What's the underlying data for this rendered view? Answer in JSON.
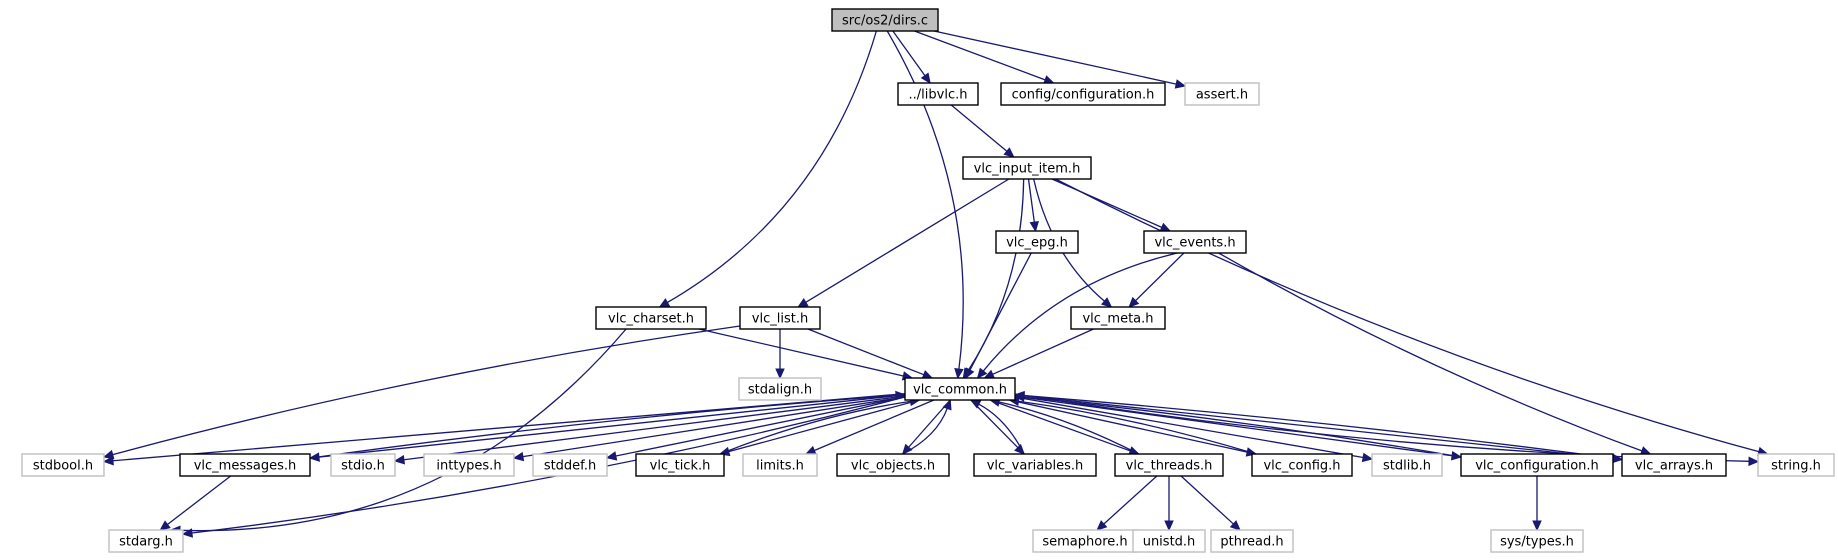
{
  "diagram": {
    "type": "include-dependency-graph",
    "colors": {
      "root_fill": "#bfbfbf",
      "node_fill": "#ffffff",
      "node_border": "#000000",
      "leaf_border": "#bfbfbf",
      "leaf_text": "#000000",
      "edge": "#191970"
    },
    "nodes": [
      {
        "id": "dirs_c",
        "label": "src/os2/dirs.c",
        "style": "root"
      },
      {
        "id": "libvlc_h",
        "label": "../libvlc.h",
        "style": "normal"
      },
      {
        "id": "config_configuration_h",
        "label": "config/configuration.h",
        "style": "normal"
      },
      {
        "id": "assert_h",
        "label": "assert.h",
        "style": "leaf"
      },
      {
        "id": "vlc_input_item_h",
        "label": "vlc_input_item.h",
        "style": "normal"
      },
      {
        "id": "vlc_epg_h",
        "label": "vlc_epg.h",
        "style": "normal"
      },
      {
        "id": "vlc_events_h",
        "label": "vlc_events.h",
        "style": "normal"
      },
      {
        "id": "vlc_charset_h",
        "label": "vlc_charset.h",
        "style": "normal"
      },
      {
        "id": "vlc_list_h",
        "label": "vlc_list.h",
        "style": "normal"
      },
      {
        "id": "vlc_meta_h",
        "label": "vlc_meta.h",
        "style": "normal"
      },
      {
        "id": "stdalign_h",
        "label": "stdalign.h",
        "style": "leaf"
      },
      {
        "id": "vlc_common_h",
        "label": "vlc_common.h",
        "style": "normal"
      },
      {
        "id": "stdbool_h",
        "label": "stdbool.h",
        "style": "leaf"
      },
      {
        "id": "vlc_messages_h",
        "label": "vlc_messages.h",
        "style": "normal"
      },
      {
        "id": "stdio_h",
        "label": "stdio.h",
        "style": "leaf"
      },
      {
        "id": "inttypes_h",
        "label": "inttypes.h",
        "style": "leaf"
      },
      {
        "id": "stddef_h",
        "label": "stddef.h",
        "style": "leaf"
      },
      {
        "id": "vlc_tick_h",
        "label": "vlc_tick.h",
        "style": "normal"
      },
      {
        "id": "limits_h",
        "label": "limits.h",
        "style": "leaf"
      },
      {
        "id": "vlc_objects_h",
        "label": "vlc_objects.h",
        "style": "normal"
      },
      {
        "id": "vlc_variables_h",
        "label": "vlc_variables.h",
        "style": "normal"
      },
      {
        "id": "vlc_threads_h",
        "label": "vlc_threads.h",
        "style": "normal"
      },
      {
        "id": "vlc_config_h",
        "label": "vlc_config.h",
        "style": "normal"
      },
      {
        "id": "stdlib_h",
        "label": "stdlib.h",
        "style": "leaf"
      },
      {
        "id": "vlc_configuration_h",
        "label": "vlc_configuration.h",
        "style": "normal"
      },
      {
        "id": "vlc_arrays_h",
        "label": "vlc_arrays.h",
        "style": "normal"
      },
      {
        "id": "string_h",
        "label": "string.h",
        "style": "leaf"
      },
      {
        "id": "stdarg_h",
        "label": "stdarg.h",
        "style": "leaf"
      },
      {
        "id": "semaphore_h",
        "label": "semaphore.h",
        "style": "leaf"
      },
      {
        "id": "unistd_h",
        "label": "unistd.h",
        "style": "leaf"
      },
      {
        "id": "pthread_h",
        "label": "pthread.h",
        "style": "leaf"
      },
      {
        "id": "sys_types_h",
        "label": "sys/types.h",
        "style": "leaf"
      }
    ],
    "edges": [
      [
        "dirs_c",
        "libvlc_h"
      ],
      [
        "dirs_c",
        "config_configuration_h"
      ],
      [
        "dirs_c",
        "assert_h"
      ],
      [
        "dirs_c",
        "vlc_charset_h"
      ],
      [
        "dirs_c",
        "vlc_common_h"
      ],
      [
        "libvlc_h",
        "vlc_input_item_h"
      ],
      [
        "vlc_input_item_h",
        "vlc_epg_h"
      ],
      [
        "vlc_input_item_h",
        "vlc_events_h"
      ],
      [
        "vlc_input_item_h",
        "vlc_list_h"
      ],
      [
        "vlc_input_item_h",
        "vlc_meta_h"
      ],
      [
        "vlc_input_item_h",
        "vlc_common_h"
      ],
      [
        "vlc_input_item_h",
        "string_h"
      ],
      [
        "vlc_epg_h",
        "vlc_common_h"
      ],
      [
        "vlc_events_h",
        "vlc_meta_h"
      ],
      [
        "vlc_events_h",
        "vlc_common_h"
      ],
      [
        "vlc_events_h",
        "vlc_arrays_h"
      ],
      [
        "vlc_charset_h",
        "vlc_common_h"
      ],
      [
        "vlc_charset_h",
        "stdarg_h"
      ],
      [
        "vlc_list_h",
        "stdalign_h"
      ],
      [
        "vlc_list_h",
        "vlc_common_h"
      ],
      [
        "vlc_list_h",
        "stdbool_h"
      ],
      [
        "vlc_meta_h",
        "vlc_common_h"
      ],
      [
        "vlc_common_h",
        "stdbool_h"
      ],
      [
        "vlc_common_h",
        "stdarg_h"
      ],
      [
        "vlc_common_h",
        "vlc_messages_h"
      ],
      [
        "vlc_common_h",
        "stdio_h"
      ],
      [
        "vlc_common_h",
        "inttypes_h"
      ],
      [
        "vlc_common_h",
        "stddef_h"
      ],
      [
        "vlc_common_h",
        "vlc_tick_h"
      ],
      [
        "vlc_common_h",
        "limits_h"
      ],
      [
        "vlc_common_h",
        "vlc_objects_h"
      ],
      [
        "vlc_common_h",
        "vlc_variables_h"
      ],
      [
        "vlc_common_h",
        "vlc_threads_h"
      ],
      [
        "vlc_common_h",
        "vlc_config_h"
      ],
      [
        "vlc_common_h",
        "stdlib_h"
      ],
      [
        "vlc_common_h",
        "vlc_configuration_h"
      ],
      [
        "vlc_common_h",
        "vlc_arrays_h"
      ],
      [
        "vlc_common_h",
        "string_h"
      ],
      [
        "vlc_messages_h",
        "vlc_common_h"
      ],
      [
        "vlc_messages_h",
        "stdarg_h"
      ],
      [
        "vlc_tick_h",
        "vlc_common_h"
      ],
      [
        "vlc_objects_h",
        "vlc_common_h"
      ],
      [
        "vlc_variables_h",
        "vlc_common_h"
      ],
      [
        "vlc_threads_h",
        "vlc_common_h"
      ],
      [
        "vlc_threads_h",
        "semaphore_h"
      ],
      [
        "vlc_threads_h",
        "unistd_h"
      ],
      [
        "vlc_threads_h",
        "pthread_h"
      ],
      [
        "vlc_config_h",
        "vlc_common_h"
      ],
      [
        "vlc_configuration_h",
        "vlc_common_h"
      ],
      [
        "vlc_configuration_h",
        "sys_types_h"
      ],
      [
        "vlc_arrays_h",
        "vlc_common_h"
      ]
    ]
  }
}
